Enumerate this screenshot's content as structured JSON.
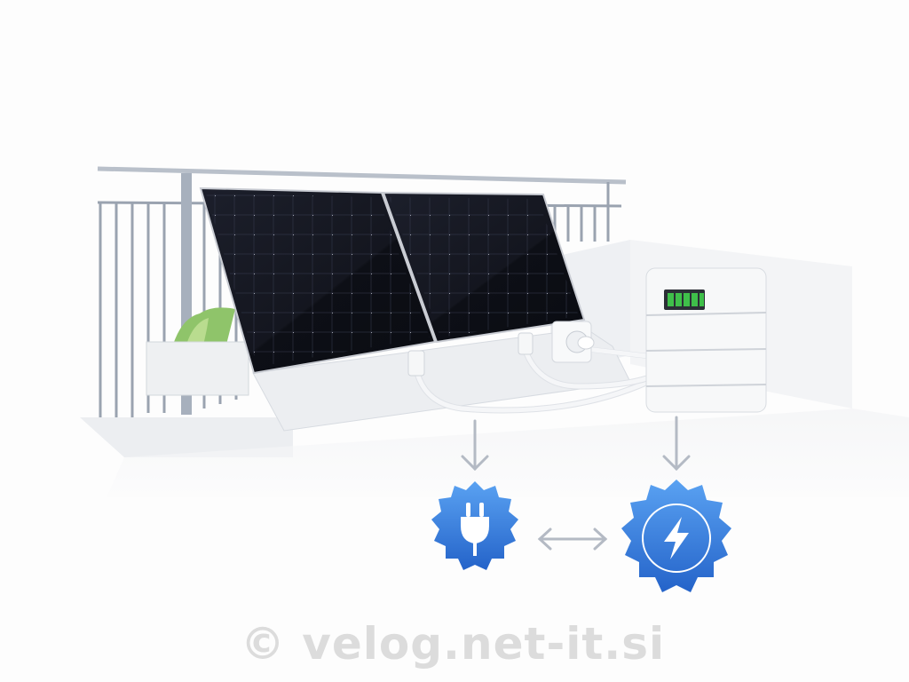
{
  "scene": {
    "description": "Balcony solar power station illustration: two black solar panels mounted on a balcony railing, cabled to a wall socket and a white home battery unit, with blue badges showing a plug icon and a lightning icon linked by a bidirectional arrow",
    "elements": {
      "railing": "balcony-railing",
      "panels": [
        "solar-panel-left",
        "solar-panel-right"
      ],
      "planter": "planter-with-plants",
      "socket": "wall-socket",
      "battery": {
        "name": "home-battery",
        "level_bars": 5,
        "level_color": "#3fbf4a"
      },
      "badges": [
        {
          "name": "grid-plug-badge",
          "icon": "plug-icon",
          "color": "#3b7fe0"
        },
        {
          "name": "energy-lightning-badge",
          "icon": "lightning-icon",
          "color": "#3b7fe0"
        }
      ],
      "connector": "bidirectional-arrow"
    }
  },
  "watermark": {
    "text": "© velog.net-it.si"
  },
  "colors": {
    "background": "#fdfdfd",
    "panel": "#14161f",
    "badge_blue": "#3b7fe0",
    "arrow_gray": "#b4bac4",
    "battery_green": "#3fbf4a"
  }
}
